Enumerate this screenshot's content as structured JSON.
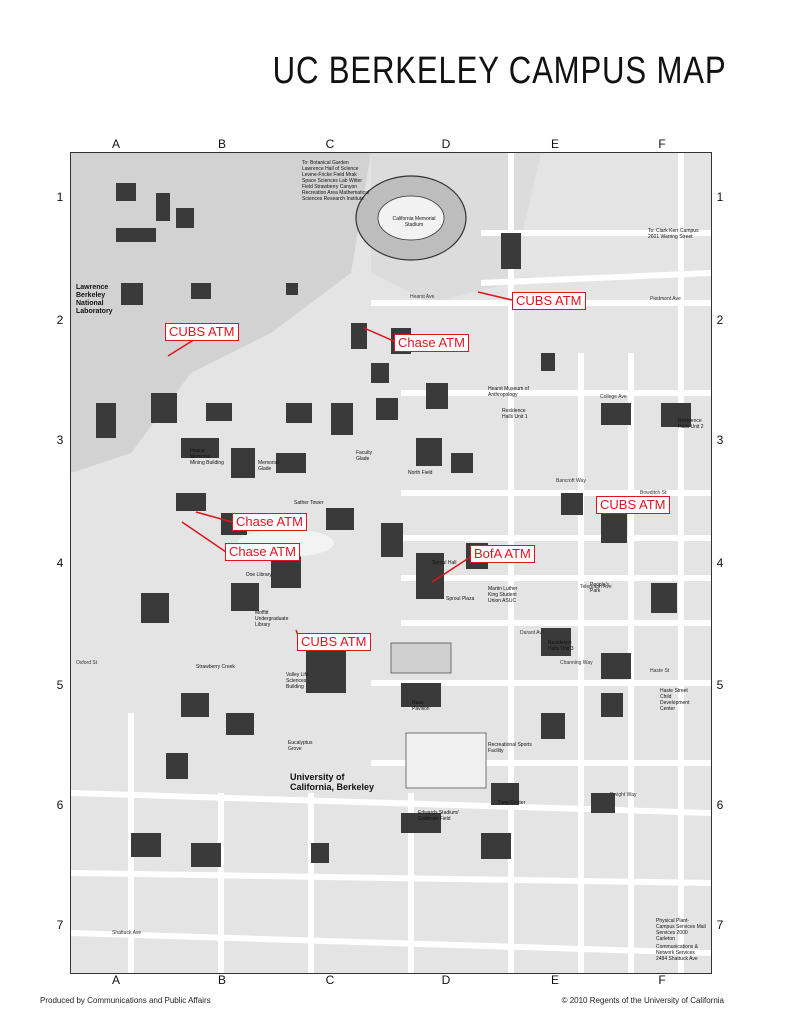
{
  "title": "UC BERKELEY CAMPUS MAP",
  "grid": {
    "columns": [
      "A",
      "B",
      "C",
      "D",
      "E",
      "F"
    ],
    "rows": [
      "1",
      "2",
      "3",
      "4",
      "5",
      "6",
      "7"
    ]
  },
  "atm_labels": {
    "cubs_1": "CUBS ATM",
    "cubs_2": "CUBS ATM",
    "cubs_3": "CUBS ATM",
    "cubs_4": "CUBS ATM",
    "chase_1": "Chase ATM",
    "chase_2": "Chase ATM",
    "chase_3": "Chase ATM",
    "bofa": "BofA ATM"
  },
  "map_labels": {
    "lbnl": "Lawrence Berkeley National Laboratory",
    "stadium": "California Memorial Stadium",
    "campus": "University of California, Berkeley",
    "to_botanical": "To: Botanical Garden Lawrence Hall of Science Levine-Fricke Field Mrak Space Sciences Lab Witter Field Strawberry Canyon Recreation Area Mathematical Sciences Research Institute",
    "to_clark_kerr": "To: Clark Kerr Campus 2601 Warring Street",
    "residence_halls_unit1": "Residence Halls Unit 1",
    "residence_halls_unit2": "Residence Halls Unit 2",
    "residence_halls_unit3": "Residence Halls Unit 3",
    "sproul": "Sproul Hall",
    "sproul_plaza": "Sproul Plaza",
    "doe": "Doe Library",
    "moffitt": "Moffitt Undergraduate Library",
    "sather_tower": "Sather Tower",
    "haas": "Haas Pavilion",
    "edwards": "Edwards Stadium/ Goldman Field",
    "recreational_sports": "Recreational Sports Facility",
    "mlk": "Martin Luther King Student Union ASUC",
    "people_park": "People's Park",
    "hearst_museum": "Hearst Museum of Anthropology",
    "memorial_glade": "Memorial Glade",
    "faculty_glade": "Faculty Glade",
    "north_field": "North Field",
    "eucalyptus": "Eucalyptus Grove",
    "hearst_mining": "Hearst Memorial Mining Building",
    "strawberry_creek": "Strawberry Creek",
    "valley_life": "Valley Life Sciences Building",
    "tang_center": "Tang Center",
    "haste_street": "Haste Street Child Development Center",
    "physical_plant": "Physical Plant- Campus Services Mail Services 2000 Carleton",
    "comm_network": "Communications & Network Services 2484 Shattuck Ave"
  },
  "streets": {
    "hearst": "Hearst Ave",
    "bancroft": "Bancroft Way",
    "durant": "Durant Ave",
    "channing": "Channing Way",
    "haste": "Haste St",
    "dwight": "Dwight Way",
    "college": "College Ave",
    "telegraph": "Telegraph Ave",
    "piedmont": "Piedmont Ave",
    "oxford": "Oxford St",
    "shattuck": "Shattuck Ave",
    "bowditch": "Bowditch St"
  },
  "footer": {
    "left": "Produced by Communications and Public Affairs",
    "right": "© 2010 Regents of the University of California"
  },
  "colors": {
    "atm_red": "#e0141e",
    "building_dark": "#3a3a3a",
    "ground": "#e9e9e9"
  }
}
